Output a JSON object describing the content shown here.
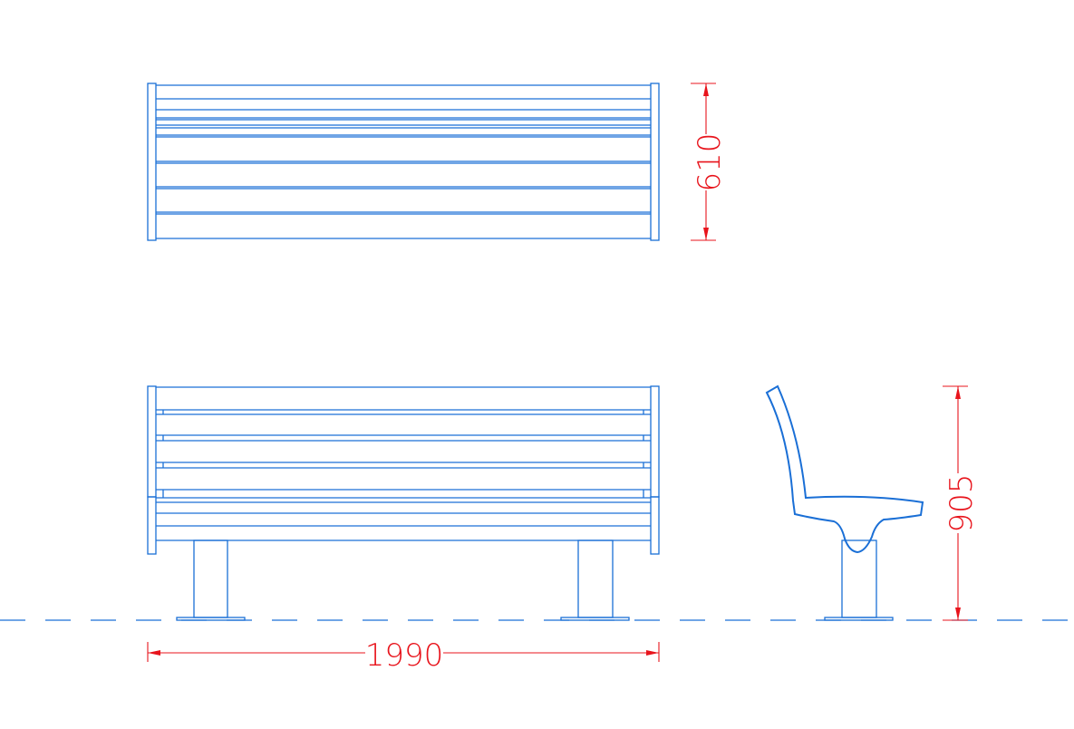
{
  "drawing": {
    "views": [
      "top-view",
      "front-view",
      "side-view"
    ],
    "dimensions": {
      "depth": "610",
      "height": "905",
      "length": "1990"
    },
    "colors": {
      "geometry": "#1a6fd6",
      "dimension": "#e8141c"
    }
  }
}
